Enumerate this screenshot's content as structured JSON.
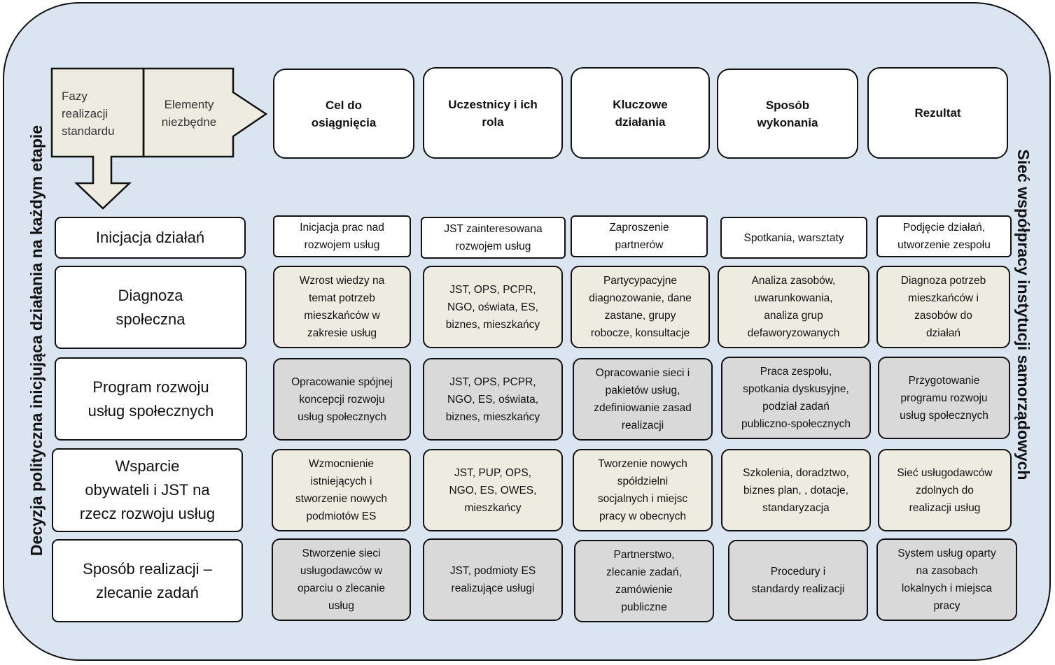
{
  "left_label": "Decyzja polityczna inicjująca działania na każdym etapie",
  "right_label": "Sieć współpracy instytucji samorządowych",
  "header_box": {
    "phases_label": "Fazy\nrealizacji\nstandardu",
    "elements_label": "Elementy\nniezbędne"
  },
  "columns": [
    "Cel do\nosiągnięcia",
    "Uczestnicy i ich\nrola",
    "Kluczowe\ndziałania",
    "Sposób\nwykonania",
    "Rezultat"
  ],
  "rows": [
    {
      "phase": "Inicjacja działań",
      "cells": [
        "Inicjacja prac nad\nrozwojem usług",
        "JST zainteresowana\nrozwojem usług",
        "Zaproszenie\npartnerów",
        "Spotkania, warsztaty",
        "Podjęcie działań,\nutworzenie zespołu"
      ]
    },
    {
      "phase": "Diagnoza\nspołeczna",
      "cells": [
        "Wzrost wiedzy na\ntemat potrzeb\nmieszkańców w\nzakresie usług",
        "JST, OPS, PCPR,\nNGO, oświata, ES,\nbiznes, mieszkańcy",
        "Partycypacyjne\ndiagnozowanie, dane\nzastane, grupy\nrobocze, konsultacje",
        "Analiza zasobów,\nuwarunkowania,\nanaliza grup\ndefaworyzowanych",
        "Diagnoza potrzeb\nmieszkańców i\nzasobów do\ndziałań"
      ]
    },
    {
      "phase": "Program rozwoju\nusług społecznych",
      "cells": [
        "Opracowanie spójnej\nkoncepcji rozwoju\nusług społecznych",
        "JST, OPS, PCPR,\nNGO, ES, oświata,\nbiznes, mieszkańcy",
        "Opracowanie  sieci i\npakietów usług,\nzdefiniowanie zasad\nrealizacji",
        "Praca zespołu,\nspotkania dyskusyjne,\npodział zadań\npubliczno-społecznych",
        "Przygotowanie\nprogramu rozwoju\nusług społecznych"
      ]
    },
    {
      "phase": "Wsparcie\nobywateli i JST na\nrzecz rozwoju usług",
      "cells": [
        "Wzmocnienie\nistniejących i\nstworzenie nowych\npodmiotów ES",
        "JST, PUP, OPS,\nNGO, ES, OWES,\nmieszkańcy",
        "Tworzenie nowych\nspółdzielni\nsocjalnych i miejsc\npracy w obecnych",
        "Szkolenia, doradztwo,\nbiznes plan, , dotacje,\nstandaryzacja",
        "Sieć usługodawców\nzdolnych do\nrealizacji usług"
      ]
    },
    {
      "phase": "Sposób realizacji –\nzlecanie zadań",
      "cells": [
        "Stworzenie sieci\nusługodawców w\noparciu o zlecanie\nusług",
        "JST, podmioty ES\nrealizujące usługi",
        "Partnerstwo,\nzlecanie zadań,\nzamówienie\npubliczne",
        "Procedury i\nstandardy realizacji",
        "System usług  oparty\nna zasobach\nlokalnych i miejsca\npracy"
      ]
    }
  ],
  "colors": {
    "frame_fill": "#dbe5f1",
    "header_fill": "#eeece1",
    "cream_cell": "#eeece1",
    "grey_cell": "#d9d9d9",
    "outline": "#111111"
  }
}
